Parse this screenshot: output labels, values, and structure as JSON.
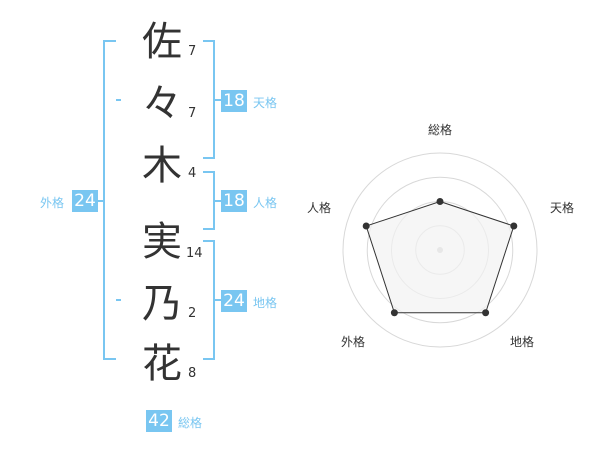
{
  "name": {
    "chars": [
      {
        "char": "佐",
        "strokes": "7"
      },
      {
        "char": "々",
        "strokes": "7"
      },
      {
        "char": "木",
        "strokes": "4"
      },
      {
        "char": "実",
        "strokes": "14"
      },
      {
        "char": "乃",
        "strokes": "2"
      },
      {
        "char": "花",
        "strokes": "8"
      }
    ]
  },
  "fortune": {
    "tenkaku": {
      "value": "18",
      "label": "天格"
    },
    "jinkaku": {
      "value": "18",
      "label": "人格"
    },
    "chikaku": {
      "value": "24",
      "label": "地格"
    },
    "gaikaku": {
      "value": "24",
      "label": "外格"
    },
    "soukaku": {
      "value": "42",
      "label": "総格"
    }
  },
  "chart_data": {
    "type": "radar",
    "axes": [
      "総格",
      "天格",
      "地格",
      "外格",
      "人格"
    ],
    "values": [
      0.5,
      0.8,
      0.8,
      0.8,
      0.8
    ],
    "range": [
      0,
      1
    ],
    "rings": 4,
    "grid": true
  },
  "colors": {
    "accent": "#79c6f1",
    "text": "#333333",
    "ring": "#d8d8d8",
    "fill": "#f2f2f2"
  }
}
